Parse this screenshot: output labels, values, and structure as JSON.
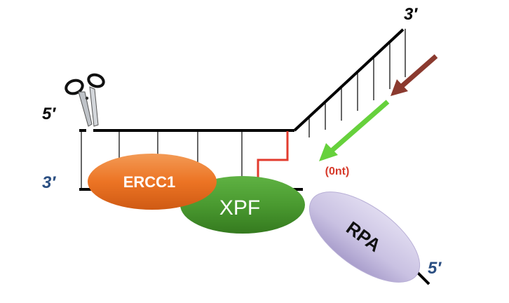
{
  "labels": {
    "top_left_end": "5′",
    "bottom_left_end": "3′",
    "top_right_end": "3′",
    "bottom_right_end": "5′",
    "gap": "(0nt)"
  },
  "proteins": {
    "ercc1": "ERCC1",
    "xpf": "XPF",
    "rpa": "RPA"
  },
  "colors": {
    "dna": "#000000",
    "five_prime_label": "#000000",
    "three_prime_label": "#2b4f82",
    "ercc1": "#ec7424",
    "xpf": "#4a9a30",
    "rpa": "#c9c1e2",
    "cut_path": "#e23b2e",
    "gap_label": "#d63a2b",
    "arrow_brown": "#8b3a2f",
    "arrow_green": "#66d13c"
  },
  "icons": {
    "scissors": "scissors-icon"
  }
}
